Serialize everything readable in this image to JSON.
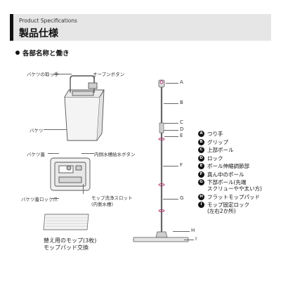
{
  "header": {
    "title_en": "Product Specifications",
    "title_ja": "製品仕様"
  },
  "section": {
    "title": "各部名称と働き"
  },
  "bucket": {
    "handle_label": "バケツの取っ手",
    "open_button_label": "オープンボタン",
    "bucket_label": "バケツ"
  },
  "lid": {
    "lid_label": "バケツ蓋",
    "refill_button_label": "内側水槽給水ボタン",
    "lock_label": "バケツ蓋ロック爪",
    "slot_label_1": "モップ洗浄スロット",
    "slot_label_2": "(内側水槽)"
  },
  "pad": {
    "caption_1": "替え用のモップ(3枚)",
    "caption_2": "モップパッド交換"
  },
  "mop_points": [
    "A",
    "B",
    "C",
    "D",
    "E",
    "F",
    "G",
    "H",
    "I"
  ],
  "legend": [
    {
      "badge": "A",
      "lines": [
        "つり手"
      ]
    },
    {
      "badge": "B",
      "lines": [
        "グリップ"
      ]
    },
    {
      "badge": "C",
      "lines": [
        "上部ポール"
      ]
    },
    {
      "badge": "D",
      "lines": [
        "ロック"
      ]
    },
    {
      "badge": "E",
      "lines": [
        "ポール伸縮調節部"
      ]
    },
    {
      "badge": "F",
      "lines": [
        "真ん中のポール"
      ]
    },
    {
      "badge": "G",
      "lines": [
        "下部ポール(先端",
        "スクリューやや太い方)"
      ]
    },
    {
      "badge": "H",
      "lines": [
        "フラットモップパッド"
      ]
    },
    {
      "badge": "I",
      "lines": [
        "モップ固定ロック",
        "(左右2か所)"
      ]
    }
  ],
  "colors": {
    "accent": "#b0306a",
    "header_bg": "#e6e6e6"
  }
}
